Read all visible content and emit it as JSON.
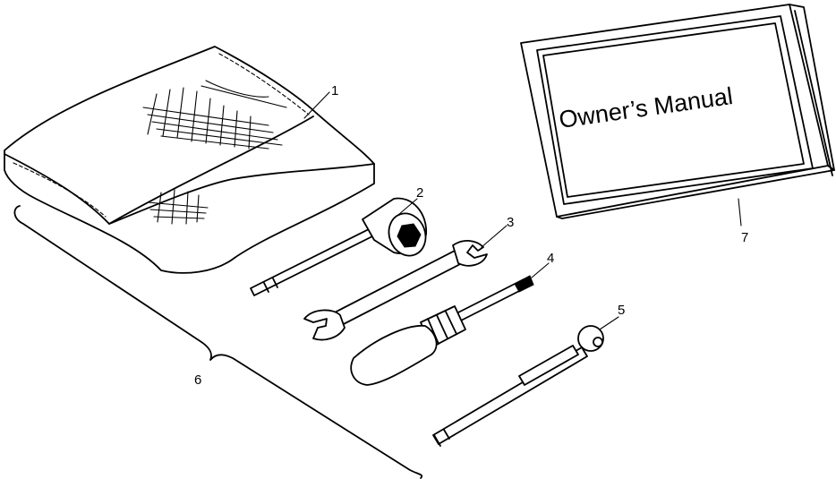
{
  "manual": {
    "cover_title": "Owner’s Manual"
  },
  "callouts": [
    {
      "id": "1"
    },
    {
      "id": "2"
    },
    {
      "id": "3"
    },
    {
      "id": "4"
    },
    {
      "id": "5"
    },
    {
      "id": "6"
    },
    {
      "id": "7"
    }
  ]
}
